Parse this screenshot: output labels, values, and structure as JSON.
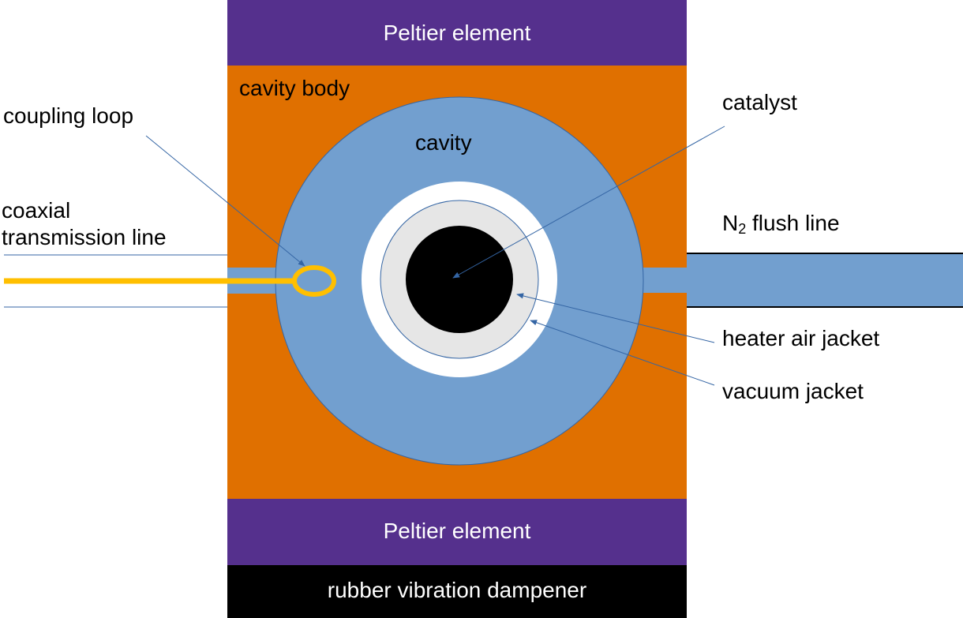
{
  "colors": {
    "peltier": "#55308d",
    "cavity_body": "#e07000",
    "cavity": "#729fcf",
    "catalyst": "#000000",
    "heater_air_jacket": "#e6e6e6",
    "vacuum_jacket": "#ffffff",
    "coupling_loop": "#ffbf00",
    "dampener": "#000000",
    "leader_line": "#3465a4"
  },
  "labels": {
    "peltier_top": "Peltier element",
    "peltier_bottom": "Peltier element",
    "cavity_body": "cavity body",
    "cavity": "cavity",
    "coupling_loop": "coupling loop",
    "coaxial_line_1": "coaxial",
    "coaxial_line_2": "transmission line",
    "catalyst": "catalyst",
    "n2_prefix": "N",
    "n2_sub": "2",
    "n2_suffix": " flush line",
    "heater_air_jacket": "heater air jacket",
    "vacuum_jacket": "vacuum jacket",
    "dampener": "rubber vibration dampener"
  }
}
